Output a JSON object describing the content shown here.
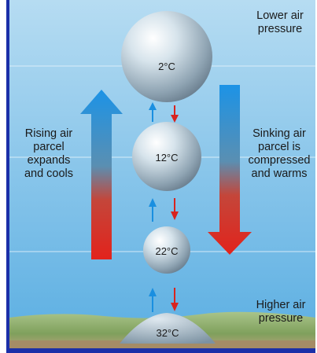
{
  "labels": {
    "lower_pressure": [
      "Lower air",
      "pressure"
    ],
    "higher_pressure": [
      "Higher air",
      "pressure"
    ],
    "rising": [
      "Rising air",
      "parcel",
      "expands",
      "and cools"
    ],
    "sinking": [
      "Sinking air",
      "parcel is",
      "compressed",
      "and warms"
    ]
  },
  "parcels": [
    {
      "temp": "2°C"
    },
    {
      "temp": "12°C"
    },
    {
      "temp": "22°C"
    },
    {
      "temp": "32°C"
    }
  ],
  "colors": {
    "sky_top": "#a9d4ee",
    "sky_bottom": "#5fb3e4",
    "rise_arrow": "#1a8fe0",
    "sink_arrow": "#d8231e",
    "border": "#1b2fa8",
    "ground": "#8fb26a"
  }
}
